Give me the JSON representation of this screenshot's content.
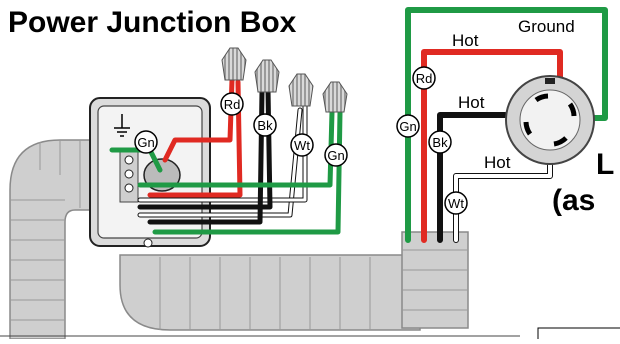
{
  "title": "Power Junction Box",
  "wire_labels": {
    "ground": "Gn",
    "red": "Rd",
    "black": "Bk",
    "white": "Wt"
  },
  "conductor_labels": {
    "ground": "Ground",
    "hot1": "Hot",
    "hot2": "Hot",
    "hot3": "Hot"
  },
  "cropped_text": {
    "line1": "L",
    "line2": "(as"
  },
  "colors": {
    "green": "#1f9a45",
    "red": "#e02a22",
    "black": "#111111",
    "white": "#ffffff",
    "conduit": "#cfcfcf",
    "conduit_edge": "#8a8a8a",
    "box": "#e6e6e6"
  }
}
